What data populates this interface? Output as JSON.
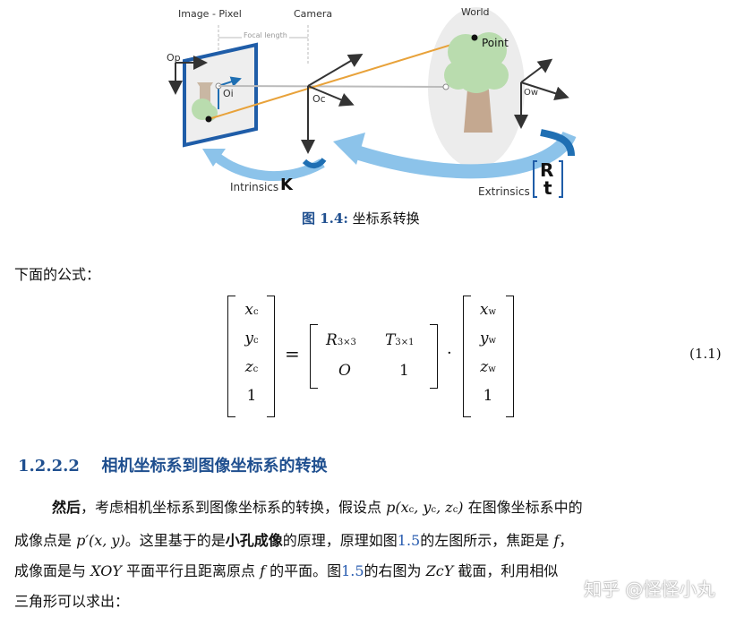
{
  "figure": {
    "labels": {
      "image_pixel": "Image - Pixel",
      "camera": "Camera",
      "world": "World",
      "focal_length": "Focal length",
      "point": "Point",
      "op": "Op",
      "oi": "Oi",
      "oc": "Oc",
      "ow": "Ow",
      "intrinsics": "Intrinsics",
      "K": "K",
      "extrinsics": "Extrinsics",
      "R": "R",
      "t": "t"
    },
    "caption_number": "图 1.4:",
    "caption_text": "坐标系转换"
  },
  "intro_text": "下面的公式：",
  "equation": {
    "left_vector": [
      "x_c",
      "y_c",
      "z_c",
      "1"
    ],
    "middle_matrix": [
      [
        "R_3×3",
        "T_3×1"
      ],
      [
        "O",
        "1"
      ]
    ],
    "right_vector": [
      "x_w",
      "y_w",
      "z_w",
      "1"
    ],
    "number": "(1.1)"
  },
  "section": {
    "number": "1.2.2.2",
    "title": "相机坐标系到图像坐标系的转换"
  },
  "paragraph": {
    "lines": [
      [
        "然后",
        "，考虑相机坐标系到图像坐标系的转换，假设点 ",
        "p(x_c, y_c, z_c)",
        " 在图像坐标系中的"
      ],
      [
        "成像点是 ",
        "p′(x, y)",
        "。这里基于的是",
        "小孔成像",
        "的原理，原理如图",
        "1.5",
        "的左图所示，焦距是 ",
        "f",
        "，"
      ],
      [
        "成像面是与 ",
        "XOY",
        " 平面平行且距离原点 ",
        "f",
        " 的平面。图",
        "1.5",
        "的右图为 ",
        "ZcY",
        " 截面，利用相似"
      ],
      [
        "三角形可以求出："
      ]
    ]
  },
  "watermark": "知乎 @怪怪小丸",
  "colors": {
    "accent_blue": "#1f4f8f",
    "arrow_light_blue": "#8cc3ea",
    "arrow_dark_blue": "#1f6fb3",
    "orange_ray": "#e8a23a",
    "tree_green": "#b9dcae",
    "trunk": "#c4a890"
  }
}
